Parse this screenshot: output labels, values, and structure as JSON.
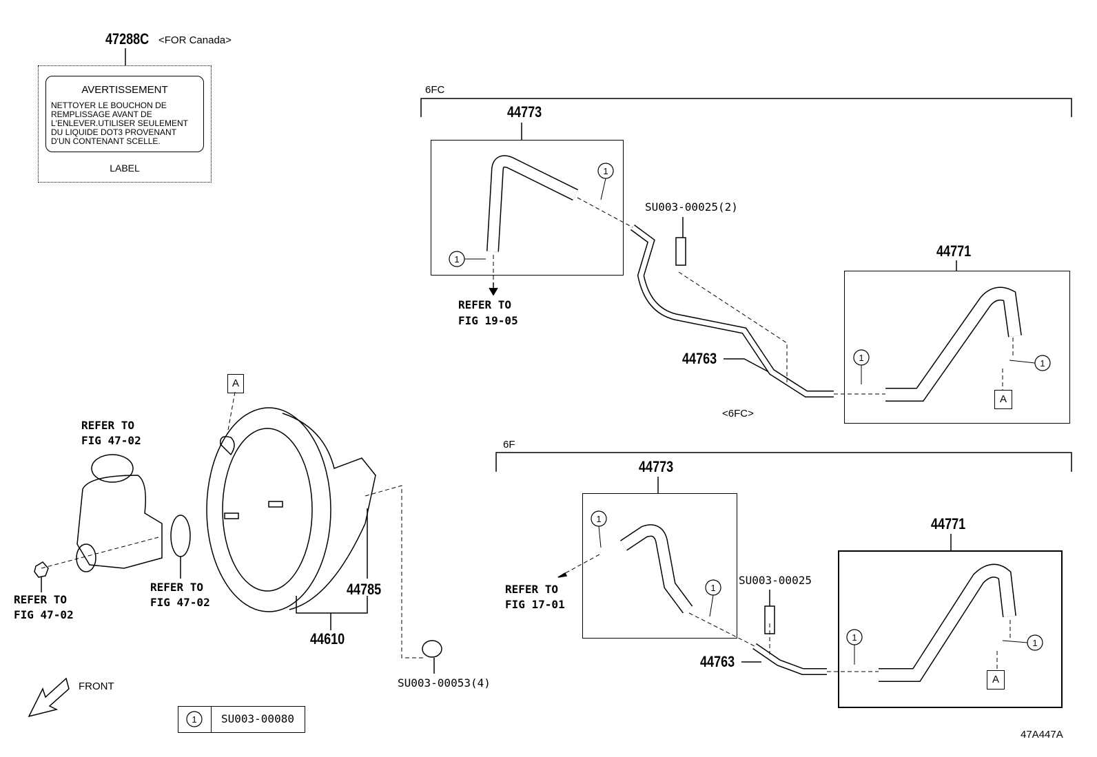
{
  "canada_label": {
    "part_number": "47288C",
    "note": "<FOR Canada>",
    "heading": "AVERTISSEMENT",
    "lines": [
      "NETTOYER LE BOUCHON DE",
      "REMPLISSAGE AVANT DE",
      "L'ENLEVER.UTILISER SEULEMENT",
      "DU LIQUIDE DOT3 PROVENANT",
      "D'UN CONTENANT SCELLE."
    ],
    "caption": "LABEL"
  },
  "section_6fc": {
    "title": "6FC",
    "hose_44773": "44773",
    "refer": [
      "REFER TO",
      "FIG 19-05"
    ],
    "bolt": "SU003-00025(2)",
    "hose_44771": "44771",
    "pipe_44763": "44763",
    "variant": "<6FC>",
    "ref_a": "A"
  },
  "section_6f": {
    "title": "6F",
    "hose_44773": "44773",
    "refer": [
      "REFER TO",
      "FIG 17-01"
    ],
    "bolt": "SU003-00025",
    "hose_44771": "44771",
    "pipe_44763": "44763",
    "ref_a": "A"
  },
  "booster": {
    "ref_a": "A",
    "refer_reservoir": [
      "REFER TO",
      "FIG 47-02"
    ],
    "refer_seal": [
      "REFER TO",
      "FIG 47-02"
    ],
    "refer_nut": [
      "REFER TO",
      "FIG 47-02"
    ],
    "part_44785": "44785",
    "part_44610": "44610",
    "nut": "SU003-00053(4)"
  },
  "front_label": "FRONT",
  "legend": {
    "key": "1",
    "part": "SU003-00080"
  },
  "callout": "1",
  "figure_id": "47A447A"
}
